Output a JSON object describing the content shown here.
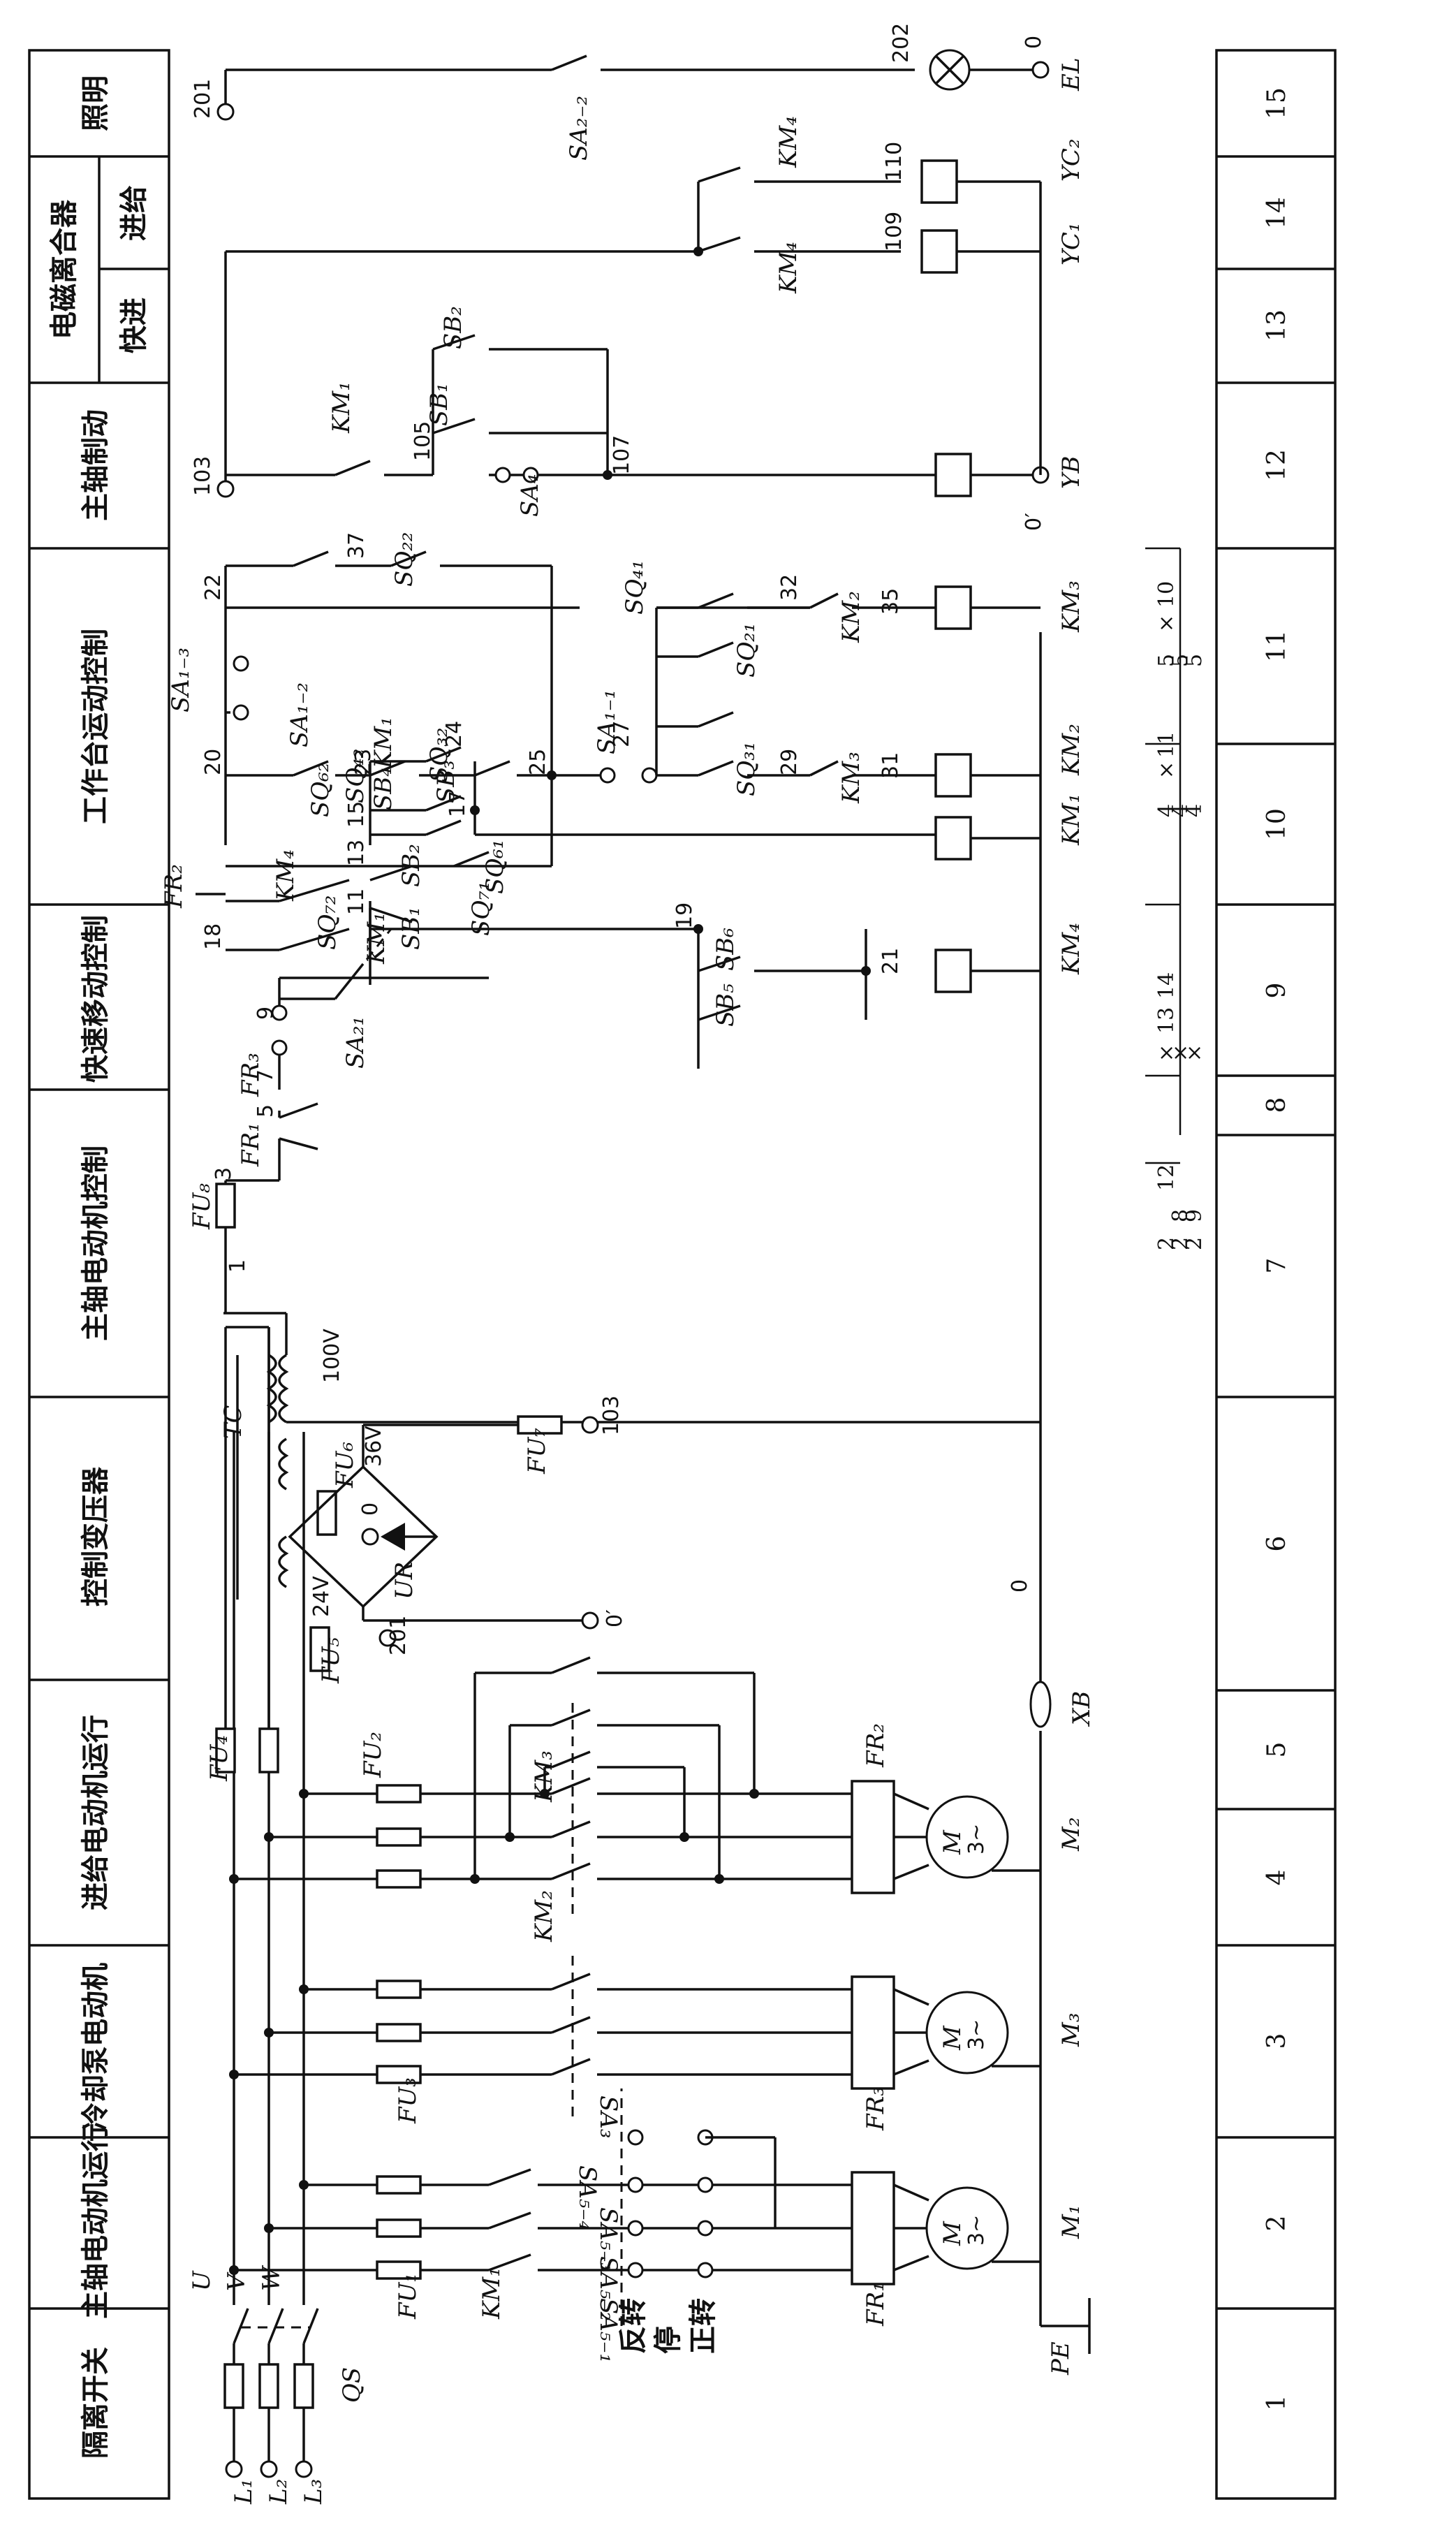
{
  "header_sections": [
    "隔离开关",
    "主轴电动机运行",
    "冷却泵电动机",
    "进给电动机运行",
    "控制变压器",
    "主轴电动机控制",
    "快速移动控制",
    "工作台运动控制",
    "主轴制动",
    "电磁离合器",
    "快进",
    "进给",
    "照明"
  ],
  "footer_sections": [
    "1",
    "2",
    "3",
    "4",
    "5",
    "6",
    "7",
    "8",
    "9",
    "10",
    "11",
    "12",
    "13",
    "14",
    "15"
  ],
  "power_labels": {
    "lines": [
      "L₁",
      "L₂",
      "L₃"
    ],
    "phases": [
      "U",
      "V",
      "W"
    ],
    "switch": "QS",
    "pe": "PE",
    "xb": "XB",
    "fuses": [
      "FU₁",
      "FU₂",
      "FU₃",
      "FU₄",
      "FU₅",
      "FU₆",
      "FU₇",
      "FU₈"
    ],
    "contactors": [
      "KM₁",
      "KM₂",
      "KM₃",
      "KM₄"
    ],
    "relays": [
      "FR₁",
      "FR₂",
      "FR₃"
    ],
    "motors": [
      "M₁",
      "M₂",
      "M₃"
    ],
    "motor_symbol": [
      "M",
      "3~"
    ],
    "sa3": "SA₃",
    "sa5": [
      "SA₅₋₁",
      "SA₅₋₂",
      "SA₅₋₃",
      "SA₅₋₄"
    ],
    "direction": [
      "反转",
      "停",
      "正转"
    ]
  },
  "transformer": {
    "name": "TC",
    "rectifier": "UR",
    "voltages": [
      "100V",
      "36V",
      "24V"
    ],
    "nodes": [
      "0",
      "0′",
      "201",
      "103",
      "1"
    ]
  },
  "control_labels": {
    "fr": [
      "FR₁",
      "FR₂",
      "FR₃"
    ],
    "sa": [
      "SA₂₁",
      "SA₁₋₁",
      "SA₁₋₂",
      "SA₁₋₃",
      "SA₂₋₂",
      "SA₄"
    ],
    "sq": [
      "SQ₇₂",
      "SQ₇₁",
      "SQ₆₂",
      "SQ₆₁",
      "SQ₄₂",
      "SQ₄₁",
      "SQ₃₂",
      "SQ₃₁",
      "SQ₂₂",
      "SQ₂₁"
    ],
    "sb": [
      "SB₁",
      "SB₂",
      "SB₃",
      "SB₄",
      "SB₅",
      "SB₆"
    ],
    "coils": [
      "KM₁",
      "KM₄",
      "KM₂",
      "KM₃",
      "YB",
      "YC₁",
      "YC₂",
      "EL"
    ],
    "nodes": [
      "3",
      "5",
      "7",
      "9",
      "11",
      "13",
      "15",
      "17",
      "18",
      "19",
      "21",
      "20",
      "22",
      "23",
      "24",
      "25",
      "27",
      "29",
      "31",
      "32",
      "35",
      "37",
      "103",
      "105",
      "107",
      "109",
      "110",
      "201",
      "202"
    ]
  },
  "contact_table": {
    "col7": [
      "2",
      "2",
      "2",
      "8",
      "9",
      "12"
    ],
    "col8": [
      "×",
      "×",
      "×",
      "13",
      "14"
    ],
    "col10": [
      "4",
      "4",
      "4",
      "×",
      "11"
    ],
    "col11": [
      "5",
      "5",
      "5",
      "×",
      "10"
    ]
  },
  "colors": {
    "ink": "#111111",
    "paper": "#ffffff"
  }
}
